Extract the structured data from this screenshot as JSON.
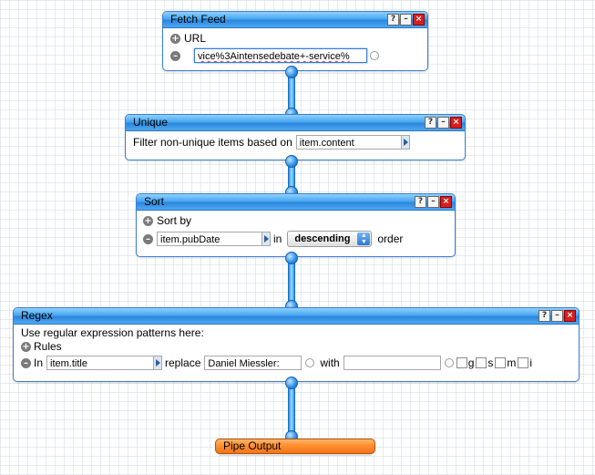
{
  "fetch_feed": {
    "title": "Fetch Feed",
    "url_label": "URL",
    "url_value": "vice%3Aintensedebate+-service%"
  },
  "unique": {
    "title": "Unique",
    "filter_label": "Filter non-unique items based on",
    "field_value": "item.content"
  },
  "sort": {
    "title": "Sort",
    "sort_by_label": "Sort by",
    "field_value": "item.pubDate",
    "in_label": "in",
    "direction_value": "descending",
    "order_label": "order"
  },
  "regex": {
    "title": "Regex",
    "instructions": "Use regular expression patterns here:",
    "rules_label": "Rules",
    "in_label": "In",
    "field_value": "item.title",
    "replace_label": "replace",
    "replace_value": "Daniel Miessler:",
    "with_label": "with",
    "with_value": "",
    "flag_g": "g",
    "flag_s": "s",
    "flag_m": "m",
    "flag_i": "i"
  },
  "output": {
    "title": "Pipe Output"
  },
  "window_buttons": {
    "help": "?",
    "minimize": "–",
    "close": "×"
  },
  "add_glyph": "+",
  "remove_glyph": "–"
}
